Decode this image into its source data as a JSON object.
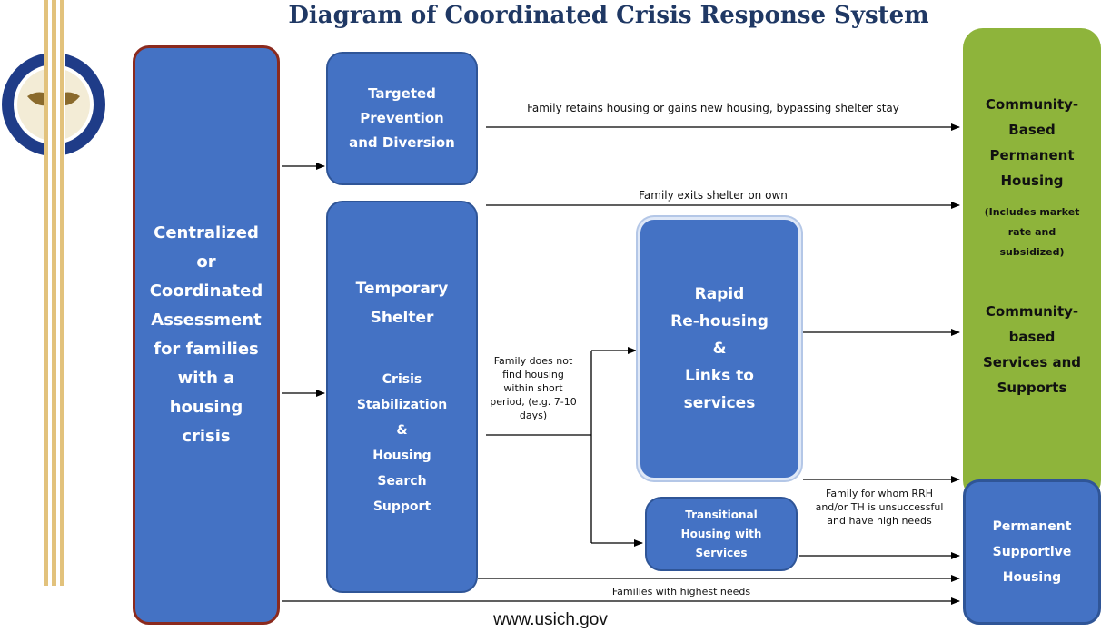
{
  "title": "Diagram of Coordinated Crisis Response System",
  "footer": "www.usich.gov",
  "seal": {
    "icon": "usich-seal-icon"
  },
  "boxes": {
    "centralized": [
      "Centralized",
      "or",
      "Coordinated",
      "Assessment",
      "for families",
      "with a",
      "housing",
      "crisis"
    ],
    "targeted": [
      "Targeted",
      "Prevention",
      "and Diversion"
    ],
    "temporary_main": [
      "Temporary",
      "Shelter"
    ],
    "temporary_sub": [
      "Crisis",
      "Stabilization",
      "&",
      "Housing",
      "Search",
      "Support"
    ],
    "rapid": [
      "Rapid",
      "Re-housing",
      "&",
      "Links to",
      "services"
    ],
    "transitional": [
      "Transitional",
      "Housing with",
      "Services"
    ],
    "community_housing": [
      "Community-",
      "Based",
      "Permanent",
      "Housing"
    ],
    "community_note": [
      "(Includes market",
      "rate and",
      "subsidized)"
    ],
    "community_services": [
      "Community-",
      "based",
      "Services and",
      "Supports"
    ],
    "psh": [
      "Permanent",
      "Supportive",
      "Housing"
    ]
  },
  "labels": {
    "bypass": "Family retains housing or gains new housing, bypassing shelter stay",
    "exits": "Family exits shelter on own",
    "not_find": [
      "Family does not",
      "find housing",
      "within short",
      "period, (e.g. 7-10",
      "days)"
    ],
    "unsuccessful": [
      "Family for whom RRH",
      "and/or TH is unsuccessful",
      "and have high needs"
    ],
    "highest": "Families with highest needs"
  },
  "colors": {
    "box_blue": "#4472c4",
    "green": "#8eb43b",
    "title": "#1f3864",
    "centralized_border": "#8b2a1e"
  }
}
